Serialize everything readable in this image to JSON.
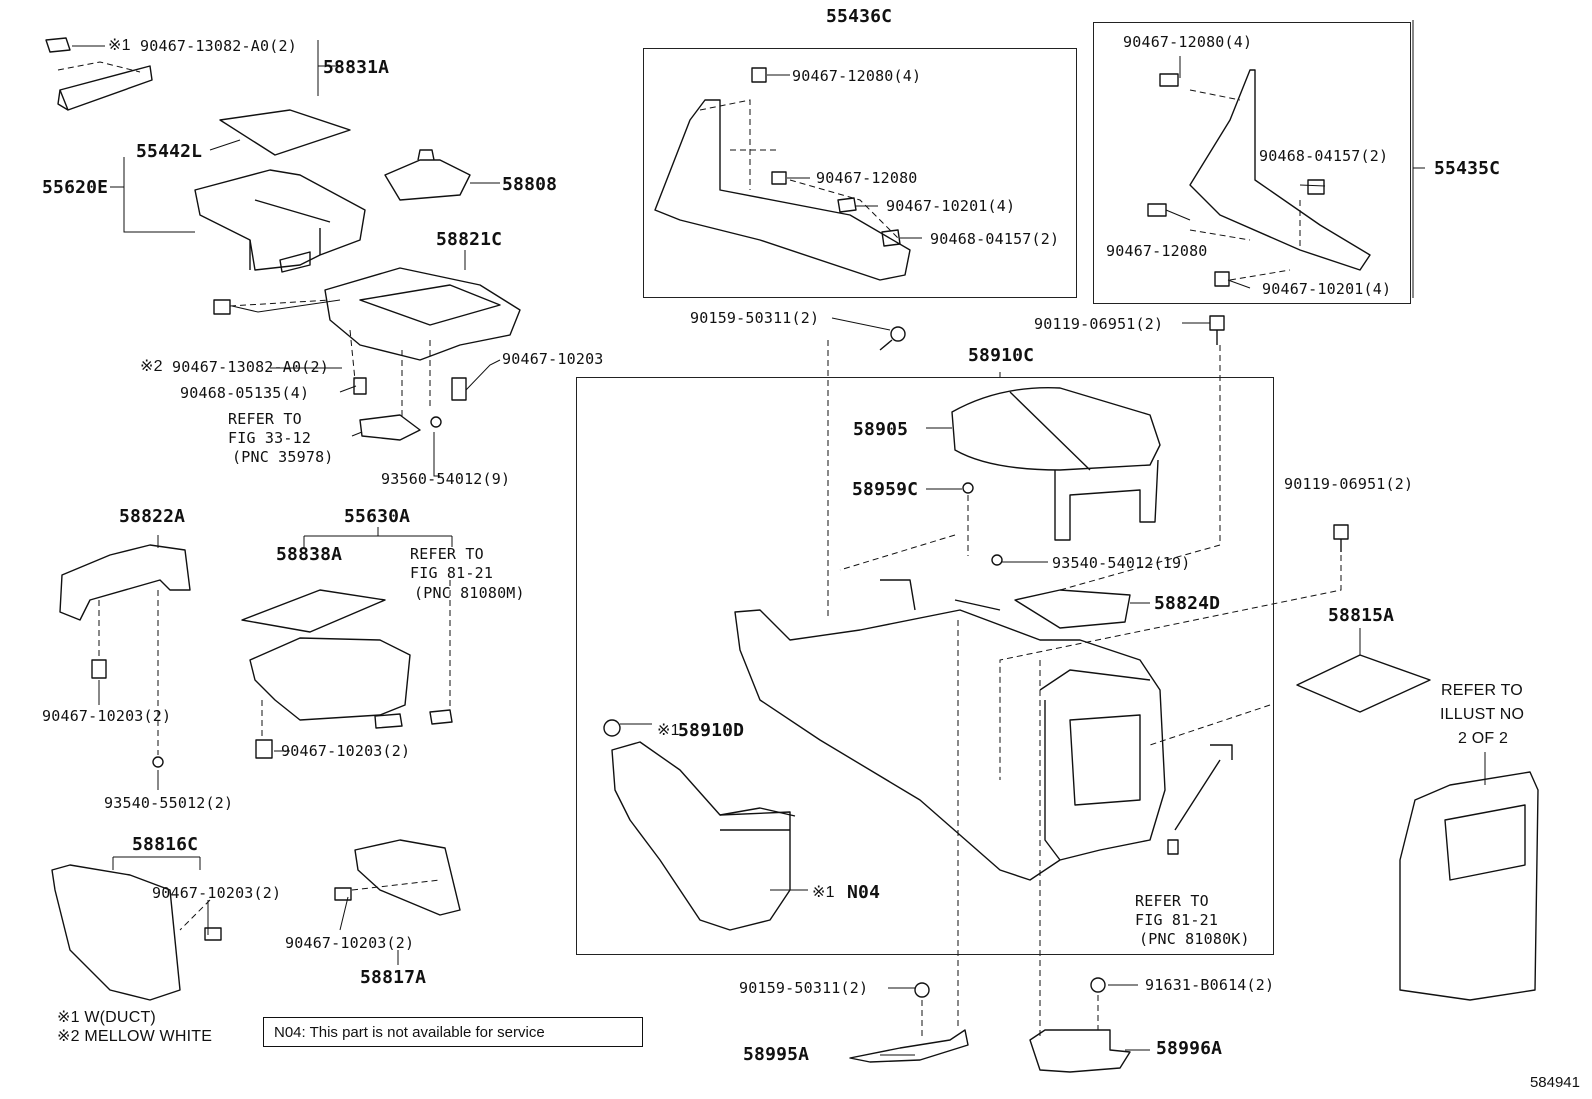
{
  "labels": {
    "l58831A": "58831A",
    "l55442L": "55442L",
    "l55620E": "55620E",
    "l58808": "58808",
    "l58821C": "58821C",
    "l55436C": "55436C",
    "l55435C": "55435C",
    "l58910C": "58910C",
    "l58905": "58905",
    "l58959C": "58959C",
    "l58824D": "58824D",
    "l58815A": "58815A",
    "l58822A": "58822A",
    "l55630A": "55630A",
    "l58838A": "58838A",
    "l58816C": "58816C",
    "l58817A": "58817A",
    "l58910D": "58910D",
    "lN04": "N04",
    "l58995A": "58995A",
    "l58996A": "58996A"
  },
  "parts": {
    "p1": "90467-13082-A0(2)",
    "p1_mark": "※1",
    "p2": "90467-13082-A0(2)",
    "p2_mark": "※2",
    "p3": "90468-05135(4)",
    "p4": "90467-10203",
    "p5": "93560-54012(9)",
    "p6": "90467-12080(4)",
    "p7": "90467-12080",
    "p8": "90467-10201(4)",
    "p9": "90468-04157(2)",
    "p10": "90467-12080(4)",
    "p11": "90468-04157(2)",
    "p12": "90467-12080",
    "p13": "90467-10201(4)",
    "p14": "90159-50311(2)",
    "p15": "90119-06951(2)",
    "p16": "93540-54012(19)",
    "p17": "90119-06951(2)",
    "p18": "90467-10203(2)",
    "p19": "93540-55012(2)",
    "p20": "90467-10203(2)",
    "p21": "90467-10203(2)",
    "p22": "90467-10203(2)",
    "p23": "90159-50311(2)",
    "p24": "91631-B0614(2)",
    "p25_mark": "※1",
    "p26_mark": "※1"
  },
  "refs": {
    "ref1_l1": "REFER TO",
    "ref1_l2": "FIG 33-12",
    "ref1_l3": "(PNC 35978)",
    "ref2_l1": "REFER TO",
    "ref2_l2": "FIG 81-21",
    "ref2_l3": "(PNC 81080M)",
    "ref3_l1": "REFER TO",
    "ref3_l2": "FIG 81-21",
    "ref3_l3": "(PNC 81080K)",
    "ref4_l1": "REFER TO",
    "ref4_l2": "ILLUST NO",
    "ref4_l3": "2 OF 2"
  },
  "legend": {
    "line1": "※1 W(DUCT)",
    "line2": "※2 MELLOW WHITE",
    "note": "N04: This part is not available for service"
  },
  "figure_number": "584941"
}
